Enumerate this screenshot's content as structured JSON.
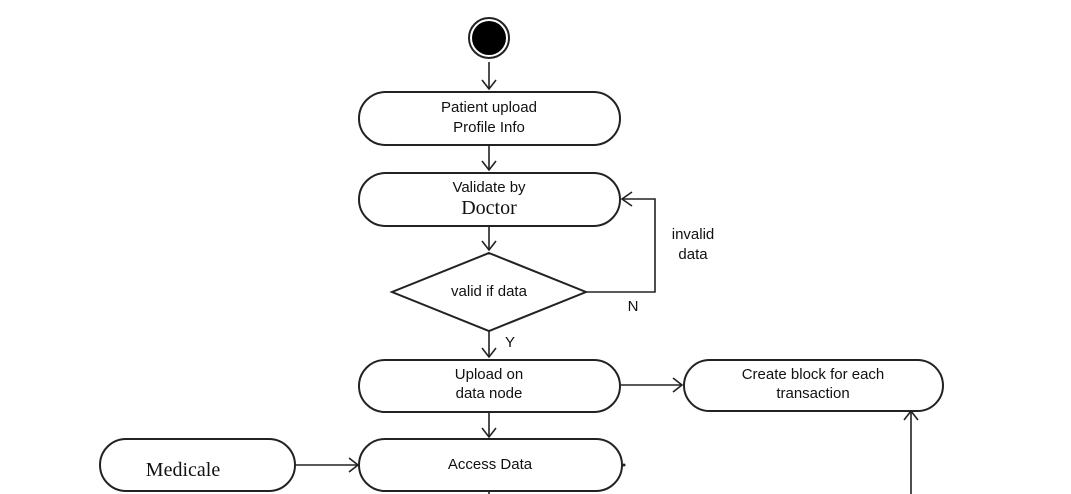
{
  "diagram": {
    "nodes": {
      "start": {
        "kind": "initial"
      },
      "patient_upload": {
        "lines": [
          "Patient upload",
          "Profile Info"
        ]
      },
      "validate": {
        "lines": [
          "Validate by"
        ],
        "emphasis": "Doctor"
      },
      "decision": {
        "text": "valid if data"
      },
      "upload_node": {
        "lines": [
          "Upload on",
          "data node"
        ]
      },
      "create_block": {
        "lines": [
          "Create block for each",
          "transaction"
        ]
      },
      "access_data": {
        "text": "Access Data"
      },
      "medicale": {
        "text": "Medicale"
      }
    },
    "edge_labels": {
      "invalid": [
        "invalid",
        "data"
      ],
      "no": "N",
      "yes": "Y"
    }
  }
}
